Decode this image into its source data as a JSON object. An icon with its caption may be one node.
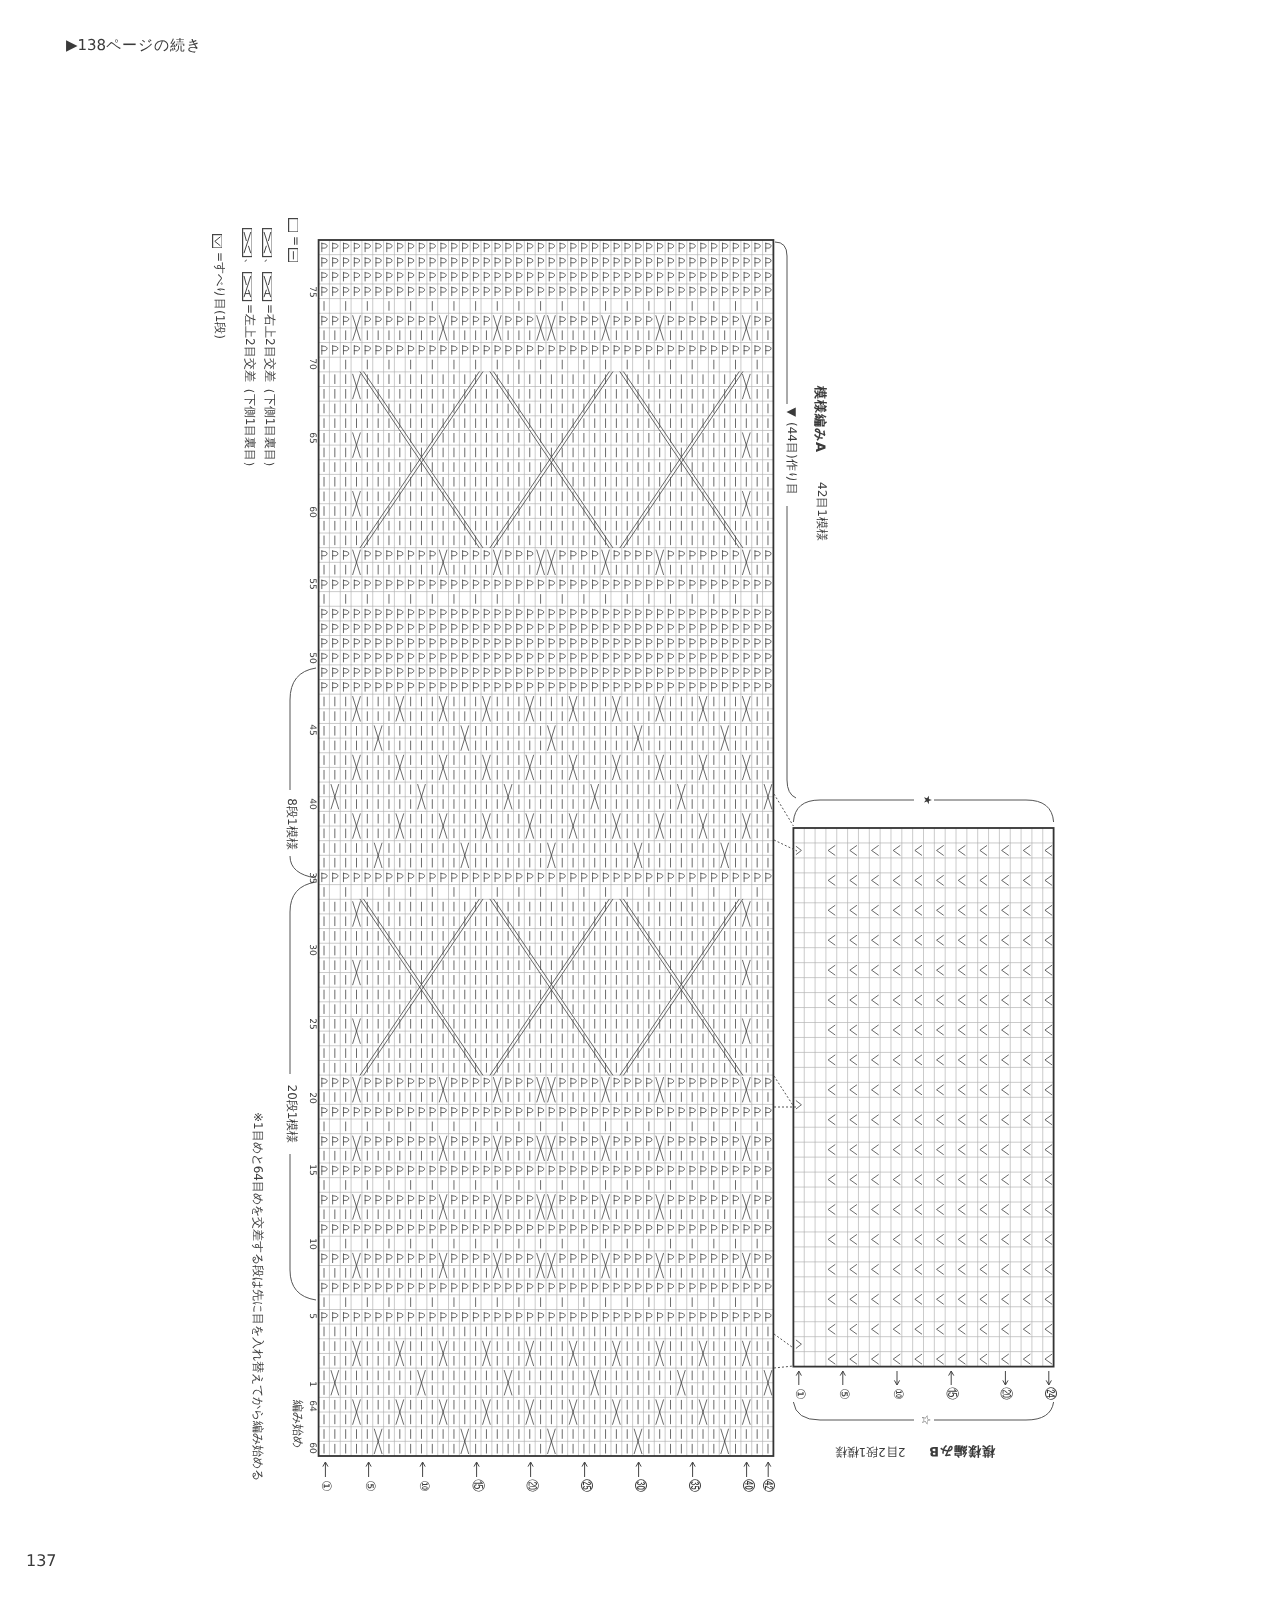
{
  "diagram": {
    "labels": [
      "▶138ページの続き",
      "模様編みA",
      "42目1模様",
      "▼",
      "(44目)作り目",
      "75",
      "70",
      "65",
      "60",
      "55",
      "50",
      "45",
      "40",
      "35",
      "30",
      "25",
      "20",
      "15",
      "10",
      "5",
      "1",
      "64",
      "60",
      "編み始め",
      "①",
      "⑤",
      "⑩",
      "⑮",
      "⑳",
      "㉕",
      "㉚",
      "㉟",
      "㊵",
      "㊷",
      "8段1模様",
      "20段1模様",
      "※1目めと64目めを交差する段は先に目を入れ替えてから編み始める",
      "★",
      "☆",
      "①",
      "⑤",
      "⑩",
      "⑮",
      "⑳",
      "㉔",
      "2目2段1模様",
      "模様編みB",
      "、",
      "、",
      "137"
    ],
    "legend": [
      {
        "text": "="
      },
      {
        "text": "=右上2目交差（下側1目裏目）"
      },
      {
        "text": "=左上2目交差（下側1目裏目）"
      },
      {
        "text": "=すべり目(1段)"
      }
    ]
  }
}
